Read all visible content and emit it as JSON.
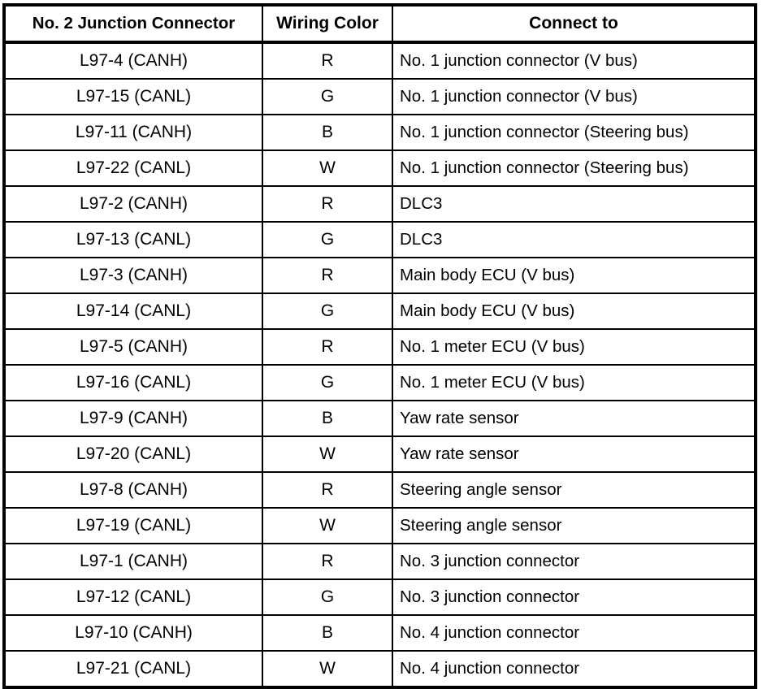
{
  "table": {
    "headers": [
      "No. 2 Junction Connector",
      "Wiring Color",
      "Connect to"
    ],
    "rows": [
      {
        "connector": "L97-4 (CANH)",
        "color": "R",
        "target": "No. 1 junction connector (V bus)"
      },
      {
        "connector": "L97-15 (CANL)",
        "color": "G",
        "target": "No. 1 junction connector (V bus)"
      },
      {
        "connector": "L97-11 (CANH)",
        "color": "B",
        "target": "No. 1 junction connector (Steering bus)"
      },
      {
        "connector": "L97-22 (CANL)",
        "color": "W",
        "target": "No. 1 junction connector (Steering bus)"
      },
      {
        "connector": "L97-2 (CANH)",
        "color": "R",
        "target": "DLC3"
      },
      {
        "connector": "L97-13 (CANL)",
        "color": "G",
        "target": "DLC3"
      },
      {
        "connector": "L97-3 (CANH)",
        "color": "R",
        "target": "Main body ECU (V bus)"
      },
      {
        "connector": "L97-14 (CANL)",
        "color": "G",
        "target": "Main body ECU (V bus)"
      },
      {
        "connector": "L97-5 (CANH)",
        "color": "R",
        "target": "No. 1 meter ECU (V bus)"
      },
      {
        "connector": "L97-16 (CANL)",
        "color": "G",
        "target": "No. 1 meter ECU (V bus)"
      },
      {
        "connector": "L97-9 (CANH)",
        "color": "B",
        "target": "Yaw rate sensor"
      },
      {
        "connector": "L97-20 (CANL)",
        "color": "W",
        "target": "Yaw rate sensor"
      },
      {
        "connector": "L97-8 (CANH)",
        "color": "R",
        "target": "Steering angle sensor"
      },
      {
        "connector": "L97-19 (CANL)",
        "color": "W",
        "target": "Steering angle sensor"
      },
      {
        "connector": "L97-1 (CANH)",
        "color": "R",
        "target": "No. 3 junction connector"
      },
      {
        "connector": "L97-12 (CANL)",
        "color": "G",
        "target": "No. 3 junction connector"
      },
      {
        "connector": "L97-10 (CANH)",
        "color": "B",
        "target": "No. 4 junction connector"
      },
      {
        "connector": "L97-21 (CANL)",
        "color": "W",
        "target": "No. 4 junction connector"
      }
    ]
  },
  "colors": {
    "border": "#000000",
    "text": "#000000",
    "background": "#ffffff"
  }
}
